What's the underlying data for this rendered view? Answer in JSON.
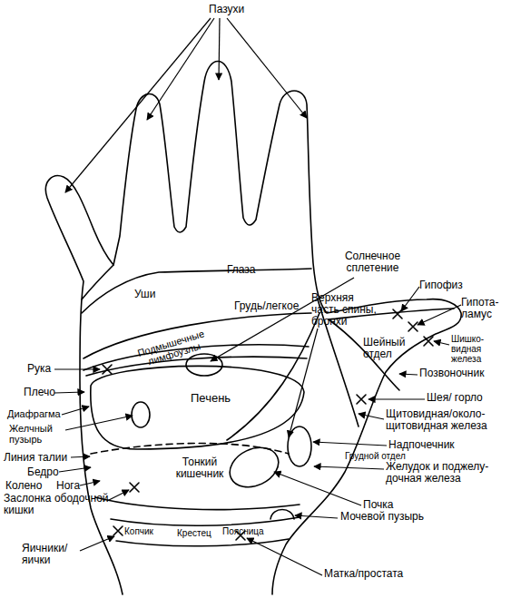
{
  "diagram": {
    "labels": [
      "Пазухи",
      "Глаза",
      "Уши",
      "Грудь/легкое",
      "Солнечное сплетение",
      "Гипофиз",
      "Гипота- ламус",
      "Шишко- видная железа",
      "Подмышечные лимфоузлы",
      "Верхняя часть спины, бронхи",
      "Шейный отдел",
      "Позвоночник",
      "Рука",
      "Плечо",
      "Печень",
      "Шея/ горло",
      "Щитовидная/около- щитовидная железа",
      "Диафрагма",
      "Желчный пузырь",
      "Надпочечник",
      "Грудной отдел",
      "Линия талии",
      "Тонкий кишечник",
      "Бедро",
      "Колено",
      "Нога",
      "Желудок и поджелу- дочная железа",
      "Заслонка ободочной кишки",
      "Почка",
      "Копчик",
      "Крестец",
      "Поясница",
      "Мочевой пузырь",
      "Яичники/ яички",
      "Матка/простата"
    ]
  }
}
